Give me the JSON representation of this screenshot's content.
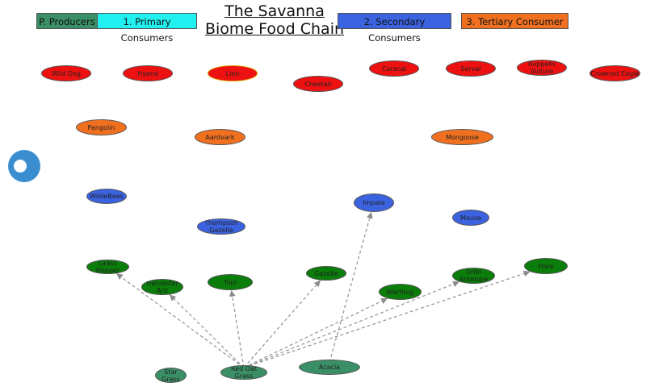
{
  "title": {
    "line1": "The Savanna",
    "line2": "Biome Food Chain"
  },
  "legend": [
    {
      "id": "p",
      "label": "P. Producers"
    },
    {
      "id": "c1",
      "label": "1. Primary Consumers"
    },
    {
      "id": "c2",
      "label": "2. Secondary Consumers"
    },
    {
      "id": "c3",
      "label": "3. Tertiary Consumer"
    }
  ],
  "colors": {
    "producer": "#3a8f66",
    "primary": "#0a7d0a",
    "secondary": "#3b63e0",
    "tertiary_orange": "#f07020",
    "tertiary_red": "#ee1111",
    "primary_legend": "#22f0f0",
    "arrow": "#9a9a9a"
  },
  "nodes": [
    {
      "id": "wild-dog",
      "label": "Wild Dog",
      "level": "tertiary_red"
    },
    {
      "id": "hyena",
      "label": "Hyena",
      "level": "tertiary_red"
    },
    {
      "id": "lion",
      "label": "Lion",
      "level": "tertiary_red"
    },
    {
      "id": "cheetah",
      "label": "Cheetah",
      "level": "tertiary_red"
    },
    {
      "id": "caracal",
      "label": "Caracal",
      "level": "tertiary_red"
    },
    {
      "id": "serval",
      "label": "Serval",
      "level": "tertiary_red"
    },
    {
      "id": "ruppells-vulture",
      "label": "Ruppells Vulture",
      "level": "tertiary_red"
    },
    {
      "id": "crowned-eagle",
      "label": "Crowned Eagle",
      "level": "tertiary_red"
    },
    {
      "id": "pangolin",
      "label": "Pangolin",
      "level": "tertiary_orange"
    },
    {
      "id": "aardvark",
      "label": "Aardvark",
      "level": "tertiary_orange"
    },
    {
      "id": "mongoose",
      "label": "Mongoose",
      "level": "tertiary_orange"
    },
    {
      "id": "wildebees",
      "label": "WildeBees",
      "level": "secondary"
    },
    {
      "id": "impala",
      "label": "Impala",
      "level": "secondary"
    },
    {
      "id": "thompson-gazelle",
      "label": "Thompson Gazelle",
      "level": "secondary"
    },
    {
      "id": "mouse",
      "label": "Mouse",
      "level": "secondary"
    },
    {
      "id": "grass-hopper",
      "label": "Grass Hopper",
      "level": "primary"
    },
    {
      "id": "harvester-ant",
      "label": "Harvester Ant",
      "level": "primary"
    },
    {
      "id": "topi",
      "label": "Topi",
      "level": "primary"
    },
    {
      "id": "gazelle",
      "label": "Gazelle",
      "level": "primary"
    },
    {
      "id": "warthog",
      "label": "Warthog",
      "level": "primary"
    },
    {
      "id": "oribi",
      "label": "Oribi Antelope",
      "level": "primary"
    },
    {
      "id": "hare",
      "label": "Hare",
      "level": "primary"
    },
    {
      "id": "star-grass",
      "label": "Star Grass",
      "level": "producer"
    },
    {
      "id": "red-oat-grass",
      "label": "Red Oat Grass",
      "level": "producer"
    },
    {
      "id": "acacia",
      "label": "Acacia",
      "level": "producer"
    }
  ],
  "edges": [
    {
      "from": "red-oat-grass",
      "to": "grass-hopper"
    },
    {
      "from": "red-oat-grass",
      "to": "harvester-ant"
    },
    {
      "from": "red-oat-grass",
      "to": "topi"
    },
    {
      "from": "red-oat-grass",
      "to": "gazelle"
    },
    {
      "from": "red-oat-grass",
      "to": "warthog"
    },
    {
      "from": "red-oat-grass",
      "to": "oribi"
    },
    {
      "from": "red-oat-grass",
      "to": "hare"
    },
    {
      "from": "acacia",
      "to": "impala"
    }
  ]
}
